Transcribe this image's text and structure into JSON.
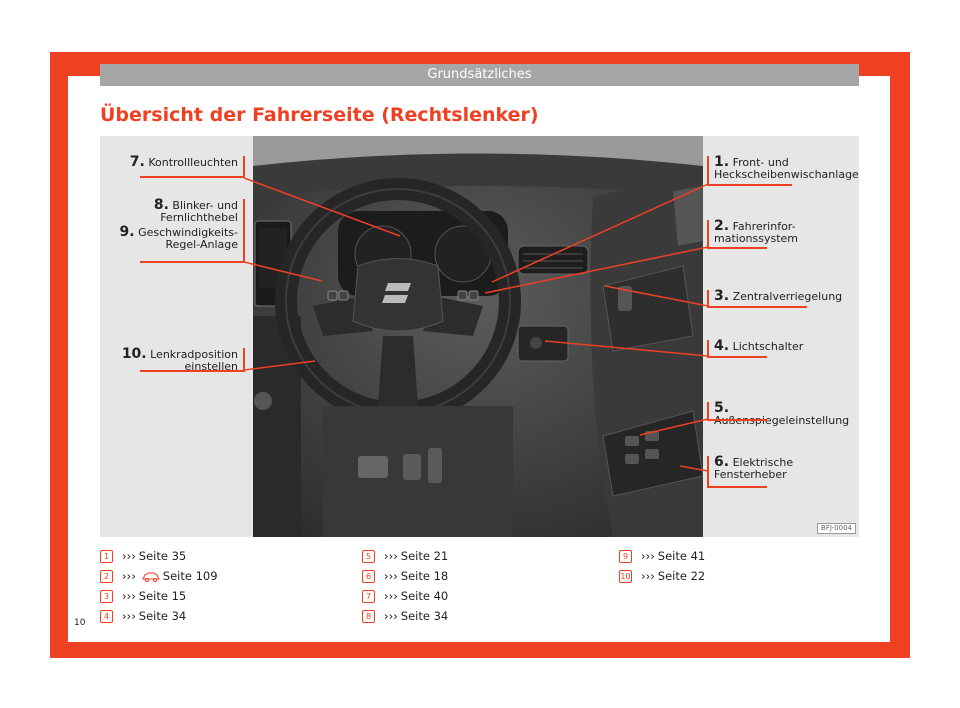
{
  "header": {
    "section": "Grundsätzliches"
  },
  "title": "Übersicht der Fahrerseite (Rechtslenker)",
  "figure": {
    "code": "BFJ-0004",
    "callouts": [
      {
        "num": "1.",
        "text1": "Front- und",
        "text2": "Heckscheibenwischanlage"
      },
      {
        "num": "2.",
        "text1": "Fahrerinfor-",
        "text2": "mationssystem"
      },
      {
        "num": "3.",
        "text1": "Zentralverriegelung",
        "text2": ""
      },
      {
        "num": "4.",
        "text1": "Lichtschalter",
        "text2": ""
      },
      {
        "num": "5.",
        "text1": "Außenspiegeleinstellung",
        "text2": ""
      },
      {
        "num": "6.",
        "text1": "Elektrische",
        "text2": "Fensterheber"
      },
      {
        "num": "7.",
        "text1": "Kontrollleuchten",
        "text2": ""
      },
      {
        "num": "8.",
        "text1": "Blinker- und",
        "text2": "Fernlichthebel"
      },
      {
        "num": "9.",
        "text1": "Geschwindigkeits-",
        "text2": "Regel-Anlage"
      },
      {
        "num": "10.",
        "text1": "Lenkradposition",
        "text2": "einstellen"
      }
    ]
  },
  "references": [
    {
      "num": "1",
      "prefix": "›››",
      "text": "Seite 35",
      "icon": ""
    },
    {
      "num": "2",
      "prefix": "›››",
      "text": "Seite 109",
      "icon": "car-service-icon"
    },
    {
      "num": "3",
      "prefix": "›››",
      "text": "Seite 15",
      "icon": ""
    },
    {
      "num": "4",
      "prefix": "›››",
      "text": "Seite 34",
      "icon": ""
    },
    {
      "num": "5",
      "prefix": "›››",
      "text": "Seite 21",
      "icon": ""
    },
    {
      "num": "6",
      "prefix": "›››",
      "text": "Seite 18",
      "icon": ""
    },
    {
      "num": "7",
      "prefix": "›››",
      "text": "Seite 40",
      "icon": ""
    },
    {
      "num": "8",
      "prefix": "›››",
      "text": "Seite 34",
      "icon": ""
    },
    {
      "num": "9",
      "prefix": "›››",
      "text": "Seite 41",
      "icon": ""
    },
    {
      "num": "10",
      "prefix": "›››",
      "text": "Seite 22",
      "icon": ""
    }
  ],
  "page_number": "10",
  "colors": {
    "accent": "#ee4023",
    "header_bar": "#a6a6a6"
  }
}
